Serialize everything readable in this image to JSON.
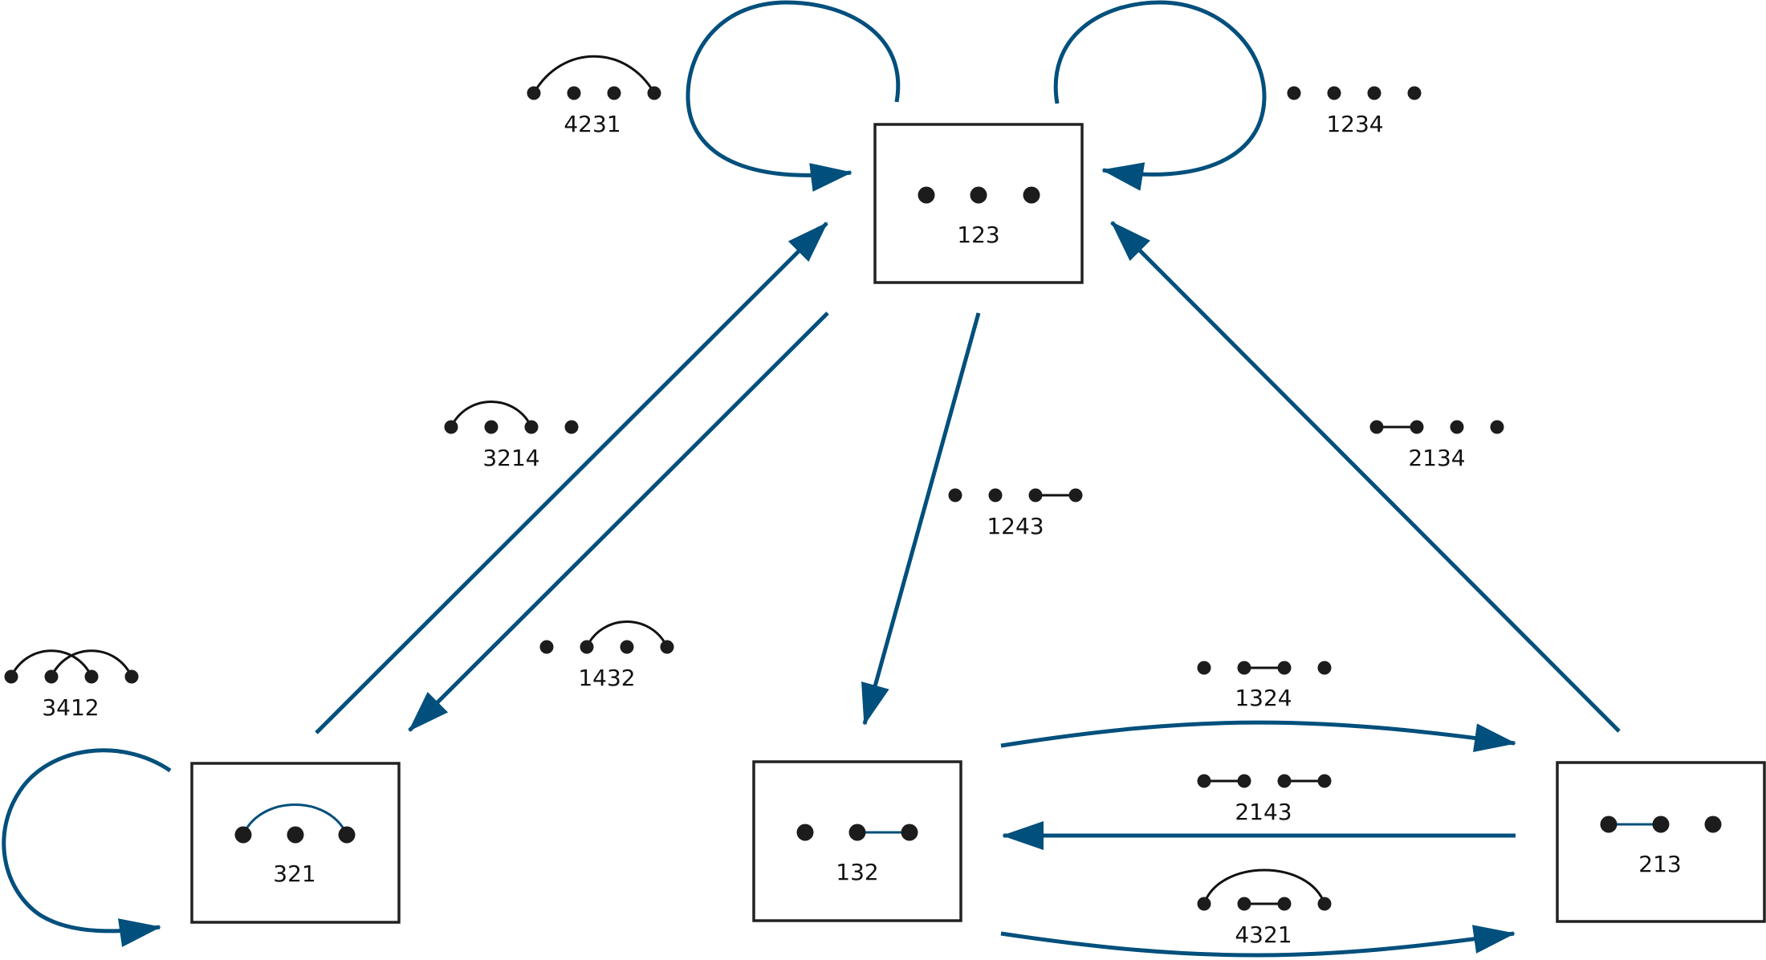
{
  "colors": {
    "arrow": "#004f7c",
    "ink": "#1c1c1c"
  },
  "states": [
    {
      "id": "s123",
      "label": "123"
    },
    {
      "id": "s321",
      "label": "321"
    },
    {
      "id": "s132",
      "label": "132"
    },
    {
      "id": "s213",
      "label": "213"
    }
  ],
  "transitions": [
    {
      "id": "t4231",
      "label": "4231",
      "from": "123",
      "to": "123"
    },
    {
      "id": "t1234",
      "label": "1234",
      "from": "123",
      "to": "123"
    },
    {
      "id": "t3214",
      "label": "3214",
      "from": "321",
      "to": "123"
    },
    {
      "id": "t1432",
      "label": "1432",
      "from": "123",
      "to": "321"
    },
    {
      "id": "t1243",
      "label": "1243",
      "from": "123",
      "to": "132"
    },
    {
      "id": "t2134",
      "label": "2134",
      "from": "213",
      "to": "123"
    },
    {
      "id": "t3412",
      "label": "3412",
      "from": "321",
      "to": "321"
    },
    {
      "id": "t1324",
      "label": "1324",
      "from": "132",
      "to": "213"
    },
    {
      "id": "t2143",
      "label": "2143",
      "from": "213",
      "to": "132"
    },
    {
      "id": "t4321",
      "label": "4321",
      "from": "132",
      "to": "213"
    }
  ]
}
